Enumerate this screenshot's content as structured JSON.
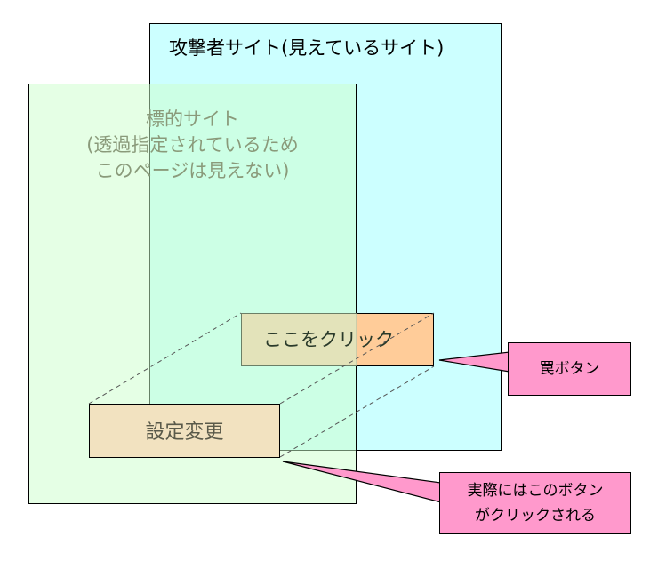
{
  "attacker_site": {
    "title": "攻撃者サイト(見えているサイト)",
    "trap_button_label": "ここをクリック",
    "color": "#ccffff",
    "trap_button_color": "#ffcc99"
  },
  "target_site": {
    "lines": [
      "標的サイト",
      "(透過指定されているため",
      "このページは見えない)"
    ],
    "settings_button_label": "設定変更",
    "color": "#ccffcc"
  },
  "callouts": {
    "trap": {
      "label": "罠ボタン",
      "color": "#ff99cc"
    },
    "actual": {
      "lines": [
        "実際にはこのボタン",
        "がクリックされる"
      ],
      "color": "#ff99cc"
    }
  }
}
